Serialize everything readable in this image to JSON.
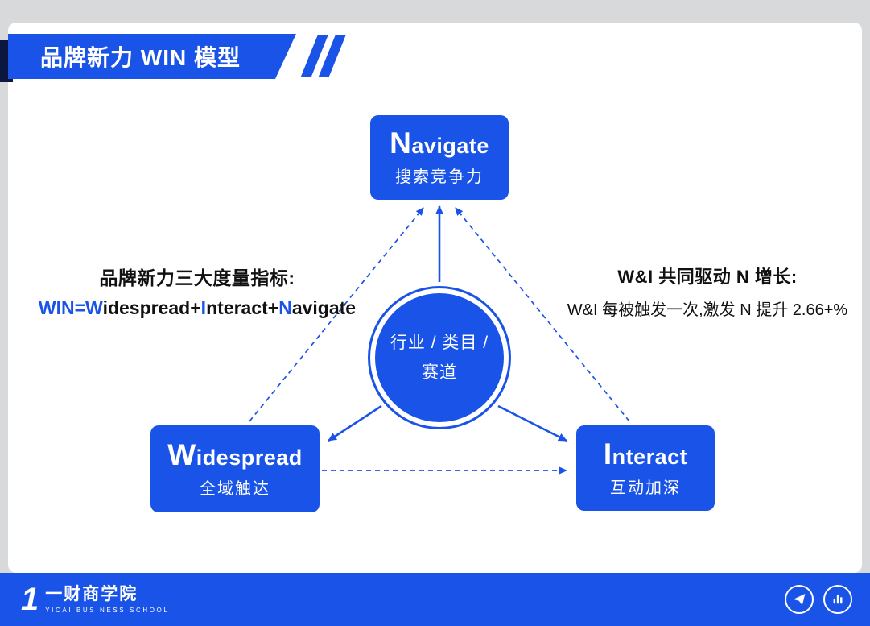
{
  "colors": {
    "accent_blue": "#1a53e8",
    "dark_navy": "#0c173f",
    "page_gray": "#d8d9da",
    "card_white": "#ffffff"
  },
  "header": {
    "title": "品牌新力 WIN 模型"
  },
  "diagram": {
    "nodes": {
      "navigate": {
        "initial": "N",
        "rest": "avigate",
        "label": "搜索竞争力"
      },
      "widespread": {
        "initial": "W",
        "rest": "idespread",
        "label": "全域触达"
      },
      "interact": {
        "initial": "I",
        "rest": "nteract",
        "label": "互动加深"
      },
      "center": {
        "line1": "行业 / 类目 /",
        "line2": "赛道"
      }
    },
    "left_note": {
      "title": "品牌新力三大度量指标:",
      "formula_seg1_blue": "WIN=W",
      "formula_seg2": "idespread+",
      "formula_seg3_blue": "I",
      "formula_seg4": "nteract+",
      "formula_seg5_blue": "N",
      "formula_seg6": "avigate"
    },
    "right_note": {
      "title": "W&I 共同驱动 N 增长:",
      "body": "W&I 每被触发一次,激发 N 提升 2.66+%"
    }
  },
  "footer": {
    "logo_mark": "1",
    "brand_name": "一财商学院",
    "brand_sub": "YICAI BUSINESS SCHOOL",
    "icons": [
      {
        "name": "send-icon"
      },
      {
        "name": "equalizer-bars-icon"
      }
    ]
  }
}
